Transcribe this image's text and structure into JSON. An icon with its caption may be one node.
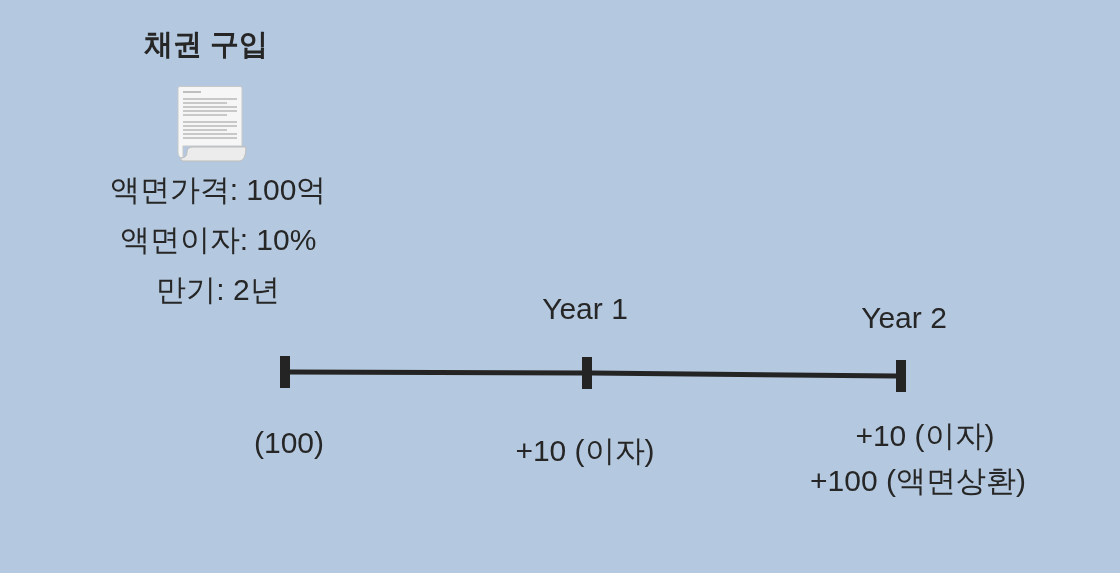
{
  "diagram": {
    "nodes": [
      {
        "text": [],
        "shape": "bar",
        "beside": [
          "(100)"
        ]
      },
      {
        "text": [],
        "shape": "bar",
        "beside": [
          "Year 1",
          "+10 (이자)"
        ]
      },
      {
        "text": [],
        "shape": "bar",
        "beside": [
          "Year 2",
          "+10 (이자)",
          "+100 (액면상환)"
        ]
      }
    ],
    "edges": [
      {
        "from": 0,
        "to": 1,
        "arrow": "none"
      },
      {
        "from": 1,
        "to": 2,
        "arrow": "none"
      }
    ],
    "labels": [
      "채권 구입",
      "액면가격: 100억",
      "액면이자: 10%",
      "만기: 2년"
    ]
  }
}
